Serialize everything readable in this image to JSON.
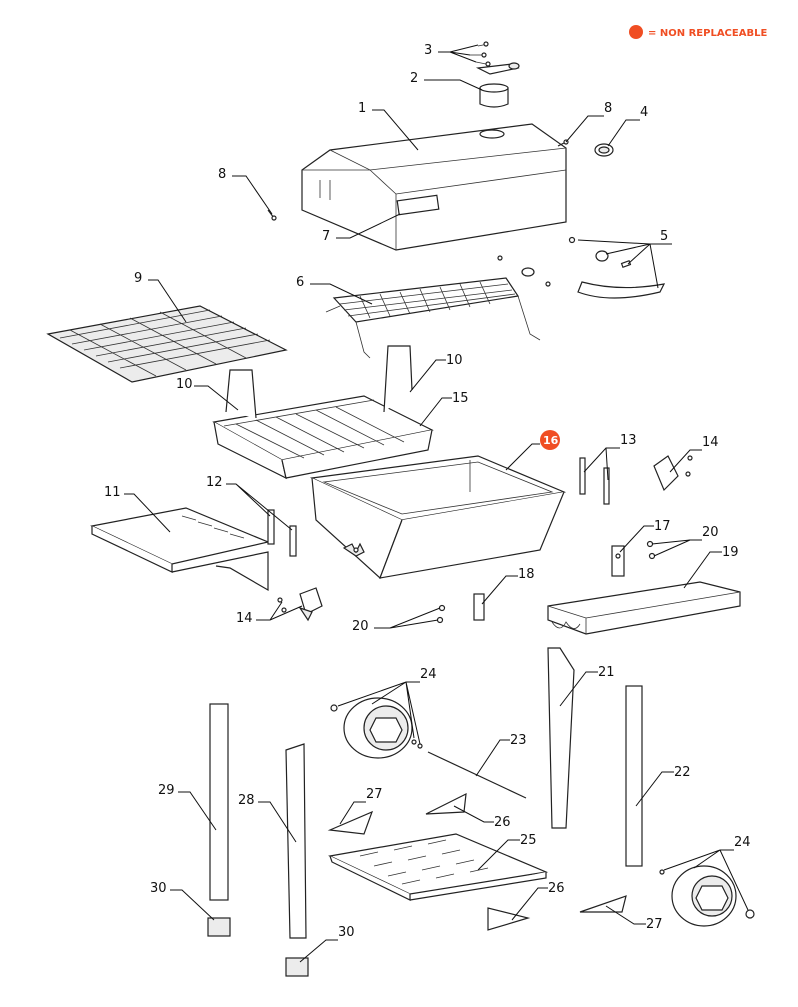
{
  "legend": {
    "text": "= NON REPLACEABLE",
    "color": "#f04e23"
  },
  "callouts": {
    "c1": "1",
    "c2": "2",
    "c3": "3",
    "c4": "4",
    "c5": "5",
    "c6": "6",
    "c7": "7",
    "c8a": "8",
    "c8b": "8",
    "c9": "9",
    "c10a": "10",
    "c10b": "10",
    "c11": "11",
    "c12": "12",
    "c13": "13",
    "c14a": "14",
    "c14b": "14",
    "c15": "15",
    "c16": "16",
    "c17": "17",
    "c18": "18",
    "c19": "19",
    "c20a": "20",
    "c20b": "20",
    "c21": "21",
    "c22": "22",
    "c23": "23",
    "c24a": "24",
    "c24b": "24",
    "c25": "25",
    "c26a": "26",
    "c26b": "26",
    "c27a": "27",
    "c27b": "27",
    "c28": "28",
    "c29": "29",
    "c30a": "30",
    "c30b": "30"
  },
  "icons": {
    "non_replaceable_marker": "filled-circle",
    "hood_logo": "weber-logo-plate"
  }
}
